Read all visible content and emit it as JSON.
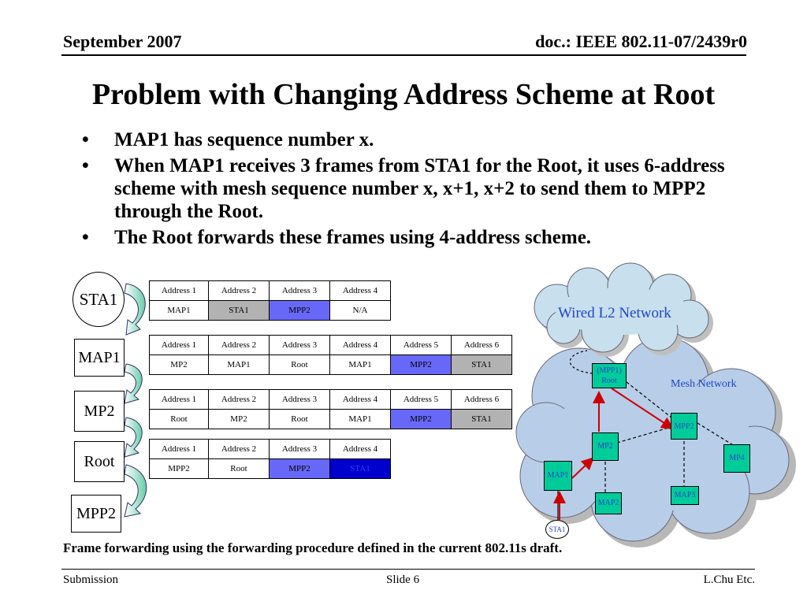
{
  "header": {
    "date": "September 2007",
    "doc_id": "doc.: IEEE 802.11-07/2439r0"
  },
  "title": "Problem with Changing Address Scheme at Root",
  "bullets": [
    "MAP1 has sequence number x.",
    "When MAP1 receives 3 frames from STA1 for the Root, it uses 6-address scheme with mesh sequence number x, x+1, x+2 to send them to MPP2 through the Root.",
    "The Root forwards these frames using 4-address scheme."
  ],
  "nodes": [
    "STA1",
    "MAP1",
    "MP2",
    "Root",
    "MPP2"
  ],
  "tables": {
    "t1": {
      "headers": [
        "Address 1",
        "Address 2",
        "Address 3",
        "Address 4"
      ],
      "values": [
        "MAP1",
        "STA1",
        "MPP2",
        "N/A"
      ]
    },
    "t2": {
      "headers": [
        "Address 1",
        "Address 2",
        "Address 3",
        "Address 4",
        "Address 5",
        "Address 6"
      ],
      "values": [
        "MP2",
        "MAP1",
        "Root",
        "MAP1",
        "MPP2",
        "STA1"
      ]
    },
    "t3": {
      "headers": [
        "Address 1",
        "Address 2",
        "Address 3",
        "Address 4",
        "Address 5",
        "Address 6"
      ],
      "values": [
        "Root",
        "MP2",
        "Root",
        "MAP1",
        "MPP2",
        "STA1"
      ]
    },
    "t4": {
      "headers": [
        "Address 1",
        "Address 2",
        "Address 3",
        "Address 4"
      ],
      "values": [
        "MPP2",
        "Root",
        "MPP2",
        "STA1"
      ]
    }
  },
  "network": {
    "wired_label": "Wired L2 Network",
    "mesh_label": "Mesh Network",
    "root_label_line1": "(MPP1)",
    "root_label_line2": "Root",
    "mpp2": "MPP2",
    "mp2": "MP2",
    "mp4": "MP4",
    "map1": "MAP1",
    "map2": "MAP2",
    "map3": "MAP3",
    "sta1": "STA1",
    "colors": {
      "node_fill": "#00cc99",
      "cloud_fill": "#b8cde8",
      "cloud_wired_fill": "#c8e0ee",
      "arrow": "#cc0000",
      "label_blue": "#2244cc"
    }
  },
  "caption": "Frame forwarding using the forwarding procedure defined in the current 802.11s draft.",
  "footer": {
    "left": "Submission",
    "center": "Slide 6",
    "right": "L.Chu Etc."
  }
}
